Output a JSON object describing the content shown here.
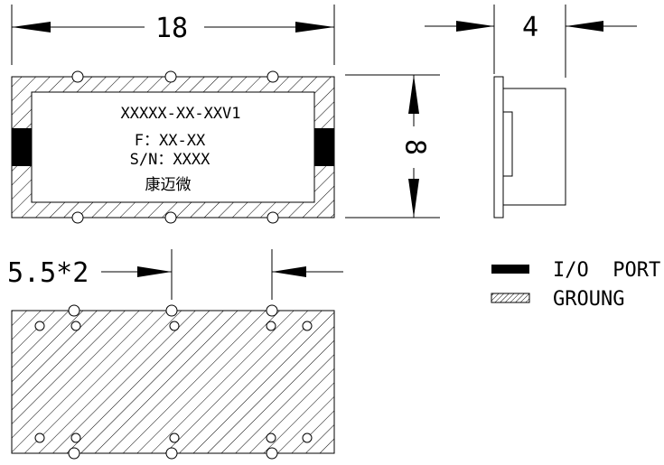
{
  "dimensions": {
    "length": "18",
    "thickness": "4",
    "width": "8",
    "pad_spacing": "5.5*2"
  },
  "label": {
    "part_number": "XXXXX-XX-XXV1",
    "frequency": "F：XX-XX",
    "serial": "S/N：XXXX",
    "brand": "康迈微"
  },
  "legend": [
    {
      "label": "I/O  PORT",
      "symbol": "solid"
    },
    {
      "label": "GROUNG",
      "symbol": "hatched"
    }
  ]
}
